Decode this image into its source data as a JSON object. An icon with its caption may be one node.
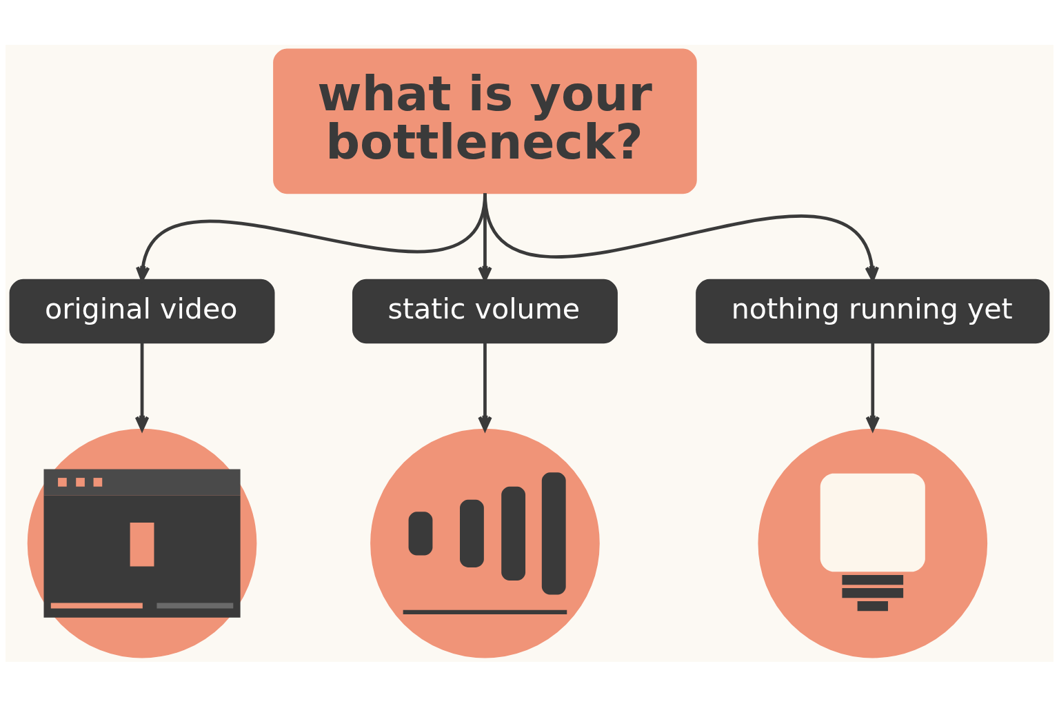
{
  "diagram": {
    "nodes": [
      {
        "text": [
          "what is your bottleneck?"
        ]
      },
      {
        "text": [
          "original video"
        ]
      },
      {
        "text": [
          "static volume"
        ]
      },
      {
        "text": [
          "nothing running yet"
        ]
      },
      {
        "text": [],
        "shape": "circle"
      },
      {
        "text": [],
        "shape": "circle"
      },
      {
        "text": [],
        "shape": "circle"
      }
    ],
    "edges": [
      {
        "from": 0,
        "to": 1,
        "arrow": "to"
      },
      {
        "from": 0,
        "to": 2,
        "arrow": "to"
      },
      {
        "from": 0,
        "to": 3,
        "arrow": "to"
      },
      {
        "from": 1,
        "to": 4,
        "arrow": "to"
      },
      {
        "from": 2,
        "to": 5,
        "arrow": "to"
      },
      {
        "from": 3,
        "to": 6,
        "arrow": "to"
      }
    ]
  }
}
